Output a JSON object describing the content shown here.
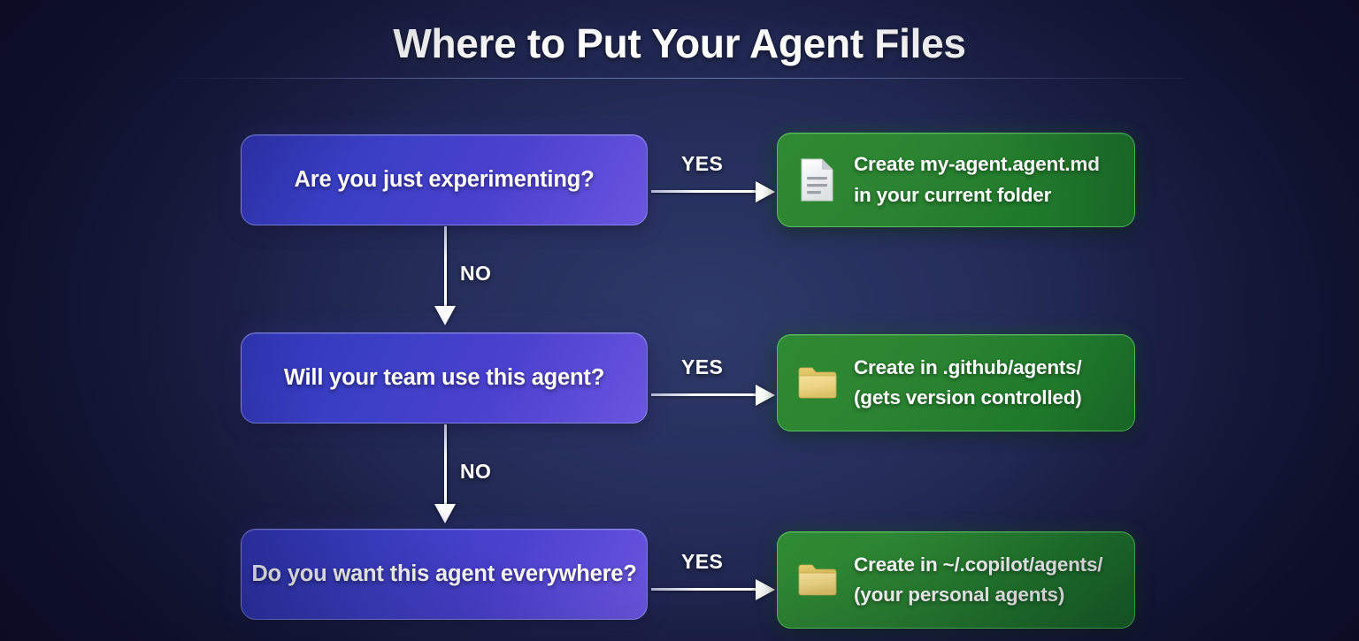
{
  "page": {
    "title": "Where to Put Your Agent Files",
    "background_color": "#1c2148",
    "accent_blue": "#4b41cf",
    "accent_green": "#2b8431"
  },
  "flow": {
    "decisions": [
      {
        "id": "experimenting",
        "label": "Are you just experimenting?",
        "yes_label": "YES",
        "no_label": "NO"
      },
      {
        "id": "team-use",
        "label": "Will your team use this agent?",
        "yes_label": "YES",
        "no_label": "NO"
      },
      {
        "id": "everywhere",
        "label": "Do you want this agent everywhere?",
        "yes_label": "YES",
        "no_label": ""
      }
    ],
    "outcomes": [
      {
        "id": "current-folder",
        "icon": "document-icon",
        "line1": "Create my-agent.agent.md",
        "line2": "in your current folder"
      },
      {
        "id": "github-agents",
        "icon": "folder-icon",
        "line1": "Create in .github/agents/",
        "line2": "(gets version controlled)"
      },
      {
        "id": "copilot-agents",
        "icon": "folder-icon",
        "line1": "Create in ~/.copilot/agents/",
        "line2": "(your personal agents)"
      }
    ]
  }
}
